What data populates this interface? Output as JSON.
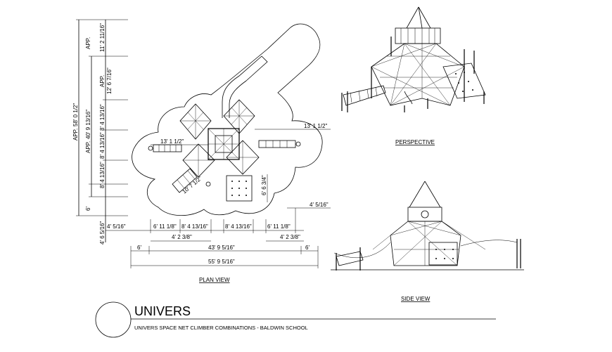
{
  "title_block": {
    "title": "UNIVERS",
    "subtitle": "UNIVERS SPACE NET CLIMBER COMBINATIONS - BALDWIN SCHOOL"
  },
  "views": {
    "plan_view": "PLAN VIEW",
    "perspective": "PERSPECTIVE",
    "side_view": "SIDE VIEW"
  },
  "plan_dimensions": {
    "app_label_1": "APP.",
    "app_label_2": "APP.",
    "app_label_3": "APP.",
    "app_label_4": "APP.",
    "total_vertical": "58' 0 1/2\"",
    "sub_vertical": "40' 9 13/16\"",
    "top_segment": "11' 2 11/16\"",
    "second_segment": "12' 6 7/16\"",
    "mid_segment_a": "8' 4 13/16\"",
    "mid_segment_b": "8' 4 13/16\"",
    "mid_segment_c": "8' 4 13/16\"",
    "lower_segment": "6'",
    "bottom_segment": "4' 6 5/16\"",
    "center_left_width": "13' 1 1/2\"",
    "right_width": "13' 1 1/2\"",
    "slide_dim": "10' 7 1/2\"",
    "small_square": "6' 6 3/4\"",
    "bottom_row": [
      "4' 5/16\"",
      "6' 11 1/8\"",
      "8' 4 13/16\"",
      "8' 4 13/16\"",
      "6' 11 1/8\""
    ],
    "sub_row_left": "4' 2 3/8\"",
    "sub_row_right": "4' 2 3/8\"",
    "right_small": "4' 5/16\"",
    "left_small": "6'",
    "right_small_2": "6'",
    "overall_inner": "43' 9 5/16\"",
    "overall_total": "55' 9 5/16\""
  }
}
